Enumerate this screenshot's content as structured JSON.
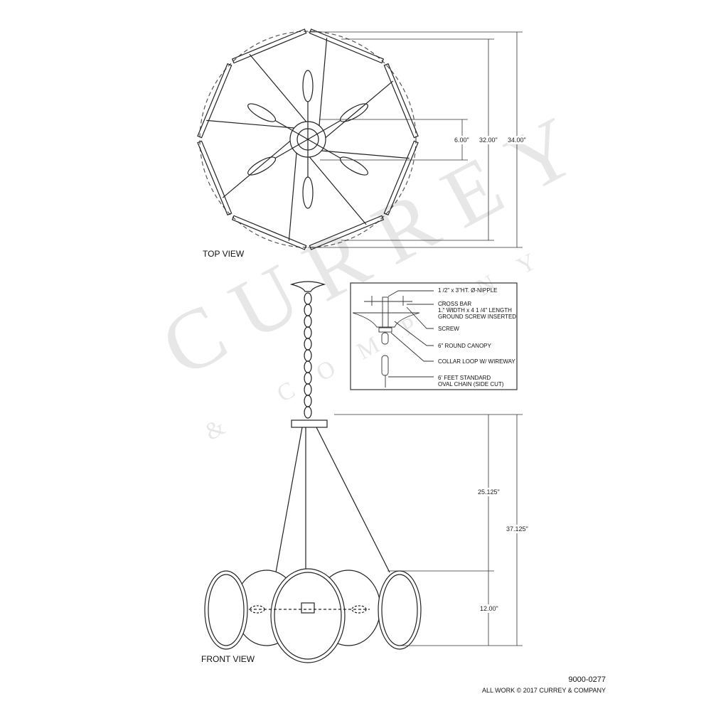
{
  "views": {
    "top_view": "TOP VIEW",
    "front_view": "FRONT VIEW"
  },
  "dimensions": {
    "top": {
      "center_hub": "6.00\"",
      "inner_diameter": "32.00\"",
      "outer_diameter": "34.00\""
    },
    "front": {
      "chain_to_frame": "25.125\"",
      "frame_height": "12.00\"",
      "overall_height": "37.125\""
    }
  },
  "detail_callouts": [
    "1 /2\" x 3\"HT. Ø-NIPPLE",
    "CROSS BAR\n1.\" WIDTH x 4 1 /4\" LENGTH\nGROUND SCREW INSERTED",
    "SCREW",
    "6\" ROUND CANOPY",
    "COLLAR LOOP W/ WIREWAY",
    "6' FEET STANDARD\nOVAL CHAIN (SIDE CUT)"
  ],
  "footer": {
    "model_number": "9000-0277",
    "copyright": "ALL WORK © 2017 CURREY & COMPANY"
  },
  "watermark": {
    "brand": "CURREY",
    "sub": "& COMPANY"
  }
}
